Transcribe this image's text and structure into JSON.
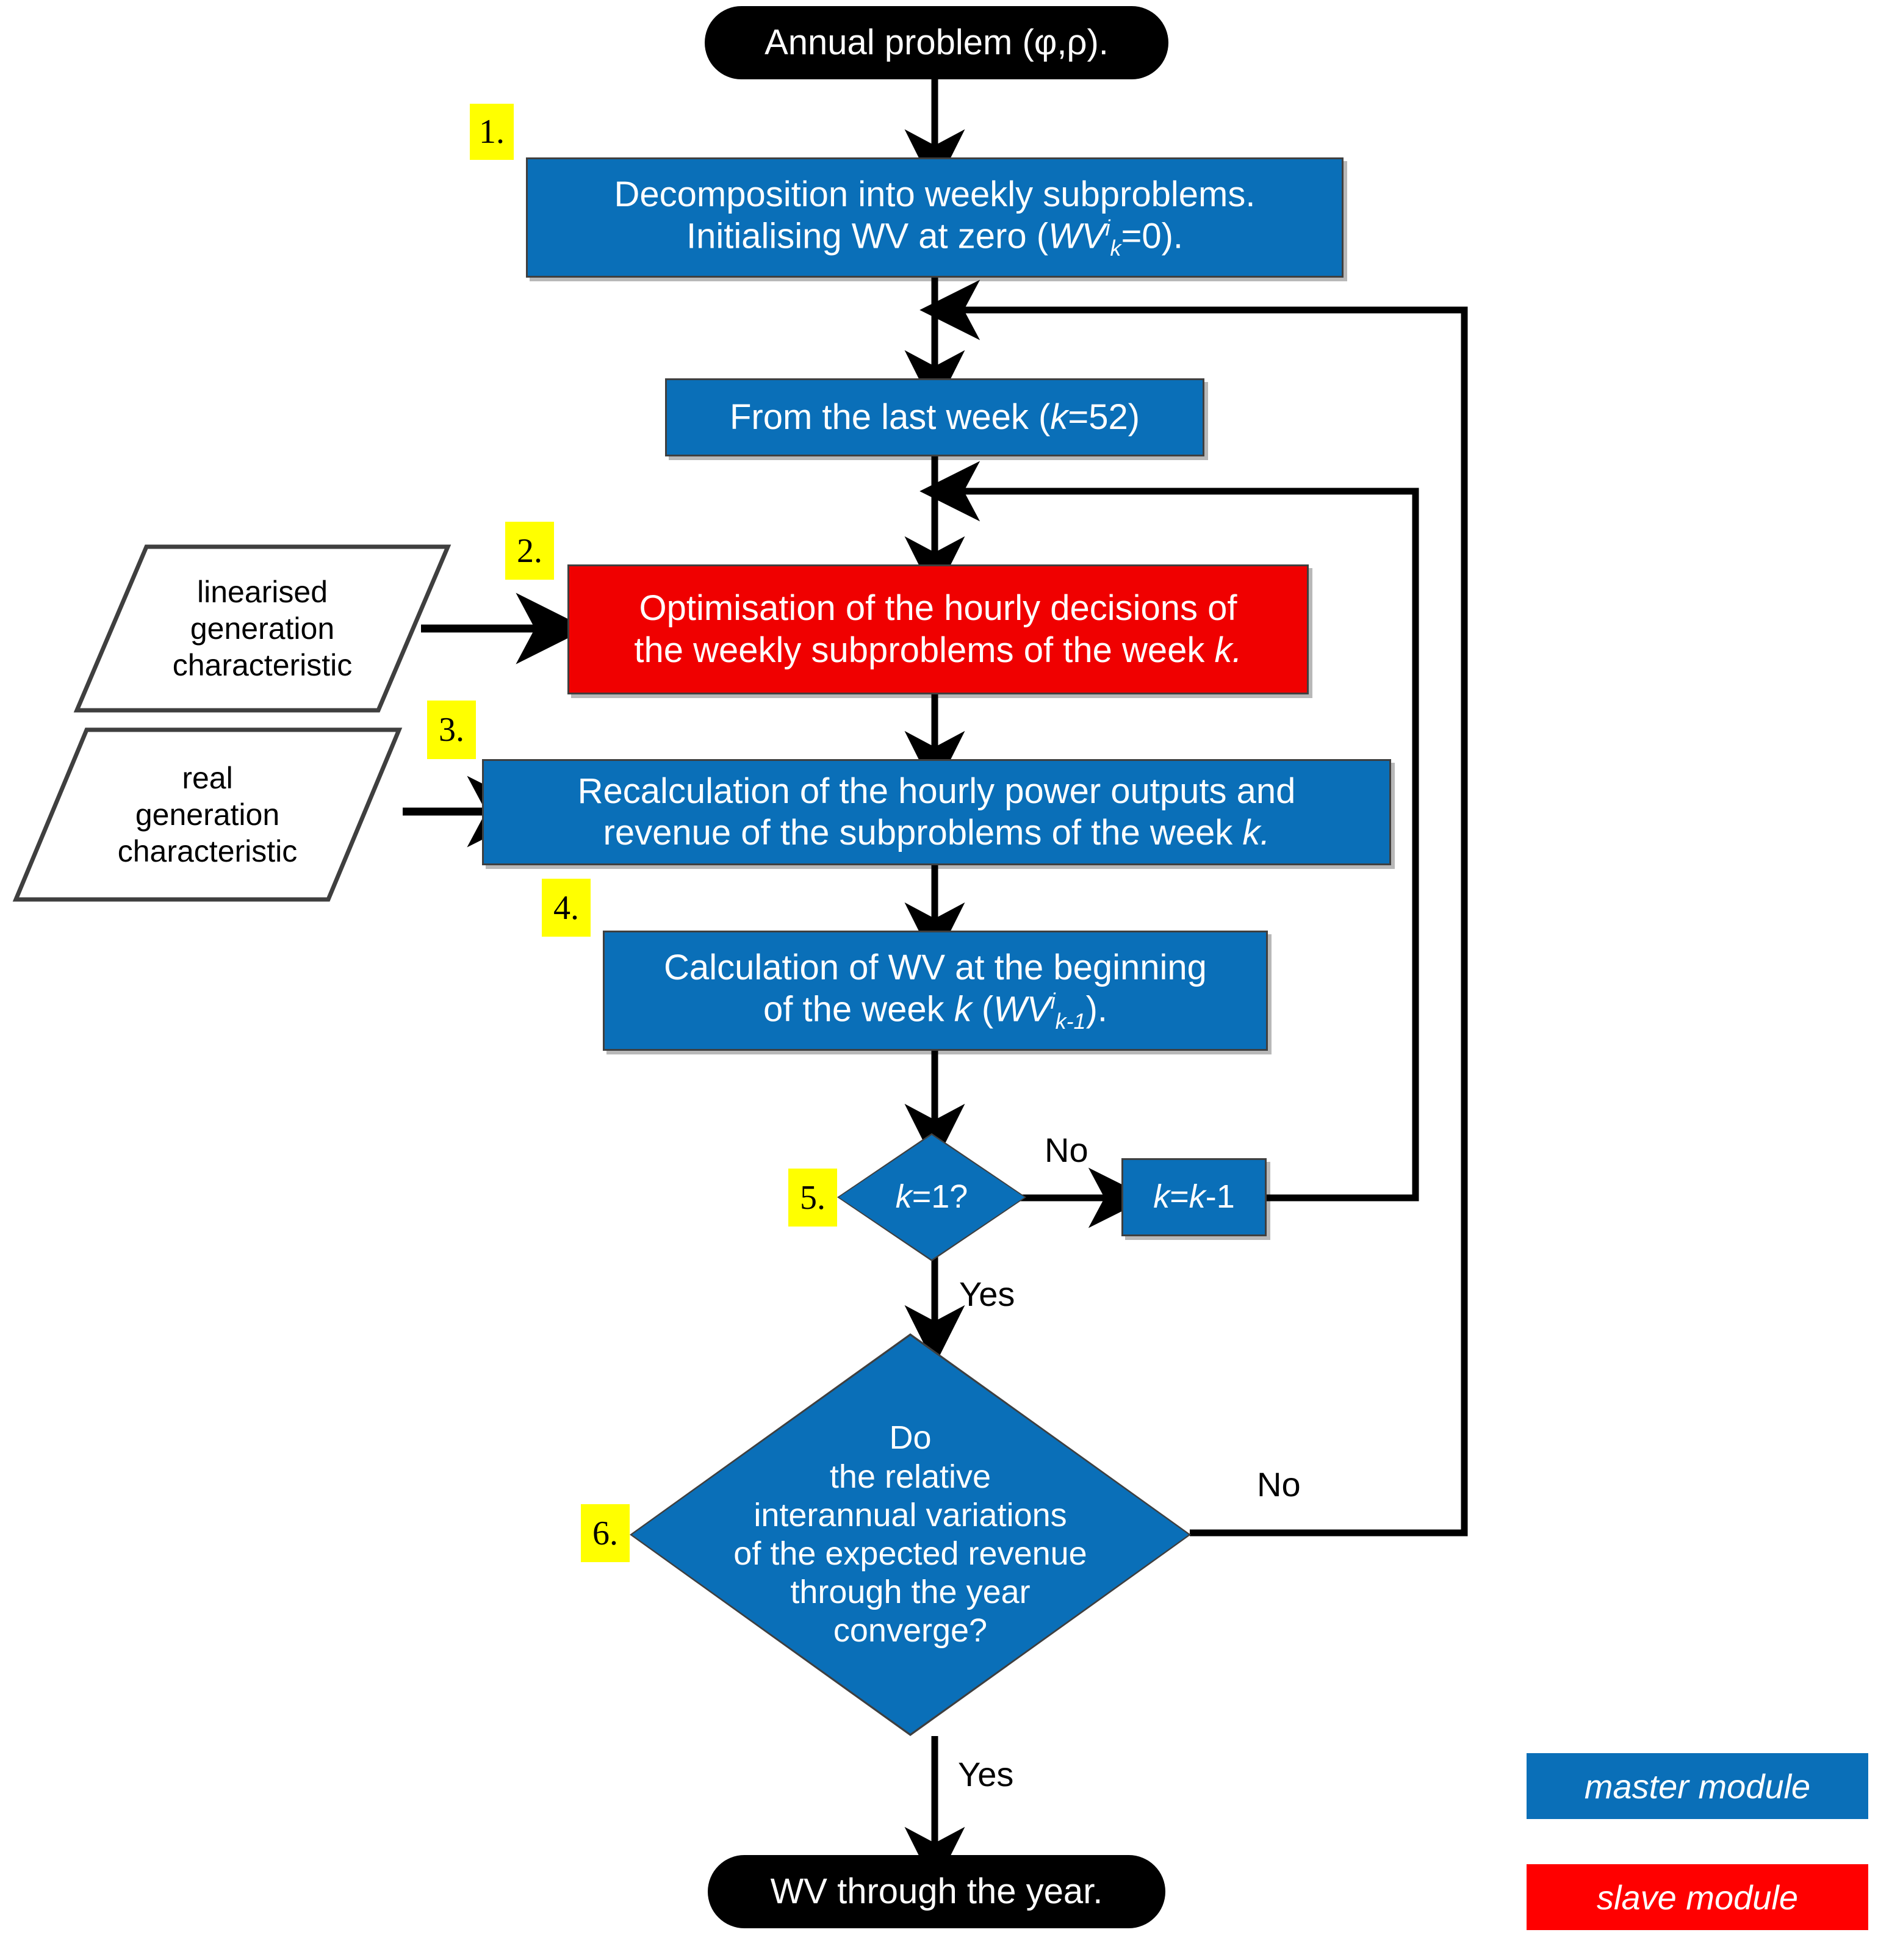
{
  "diagram": {
    "title_node": "Annual problem (φ,ρ).",
    "end_node": "WV through the year.",
    "nodes": {
      "step1": {
        "marker": "1.",
        "line1": "Decomposition into weekly subproblems.",
        "line2_a": "Initialising WV at zero (",
        "line2_sym": "WV",
        "line2_sup": "i",
        "line2_sub": "k",
        "line2_b": "=0)."
      },
      "last_week": {
        "text_a": "From the last week (",
        "text_k": "k",
        "text_b": "=52)"
      },
      "step2": {
        "marker": "2.",
        "line1": "Optimisation of the hourly decisions of",
        "line2_a": "the weekly subproblems of the week ",
        "line2_k": "k."
      },
      "step3": {
        "marker": "3.",
        "line1": "Recalculation of the hourly power outputs and",
        "line2_a": "revenue of the subproblems of the week ",
        "line2_k": "k."
      },
      "step4": {
        "marker": "4.",
        "line1": "Calculation of WV at the beginning",
        "line2_a": "of the week ",
        "line2_k": "k",
        "line2_b": " (",
        "line2_sym": "WV",
        "line2_sup": "i",
        "line2_sub": "k-1",
        "line2_c": ")."
      },
      "step5": {
        "marker": "5.",
        "label_k": "k",
        "label_rest": "=1?"
      },
      "step6": {
        "marker": "6.",
        "l1": "Do",
        "l2": "the relative",
        "l3": "interannual variations",
        "l4": "of the expected revenue",
        "l5": "through the year",
        "l6": "converge?"
      },
      "decrement": {
        "k1": "k",
        "eq": "=",
        "k2": "k",
        "minus": "-1"
      }
    },
    "inputs": [
      {
        "id": "linearised",
        "l1": "linearised",
        "l2": "generation",
        "l3": "characteristic"
      },
      {
        "id": "real",
        "l1": "real",
        "l2": "generation",
        "l3": "characteristic"
      }
    ],
    "edge_labels": {
      "no_step5": "No",
      "yes_step5": "Yes",
      "no_step6": "No",
      "yes_step6": "Yes"
    },
    "legend": [
      {
        "id": "master",
        "label": "master module",
        "color": "#0a6fb8"
      },
      {
        "id": "slave",
        "label": "slave module",
        "color": "#ff0000"
      }
    ],
    "colors": {
      "master_blue": "#0a6fb8",
      "slave_red": "#ff0000",
      "marker_yellow": "#ffff00",
      "terminator_black": "#000000",
      "outline_gray": "#3f3f3f"
    }
  }
}
